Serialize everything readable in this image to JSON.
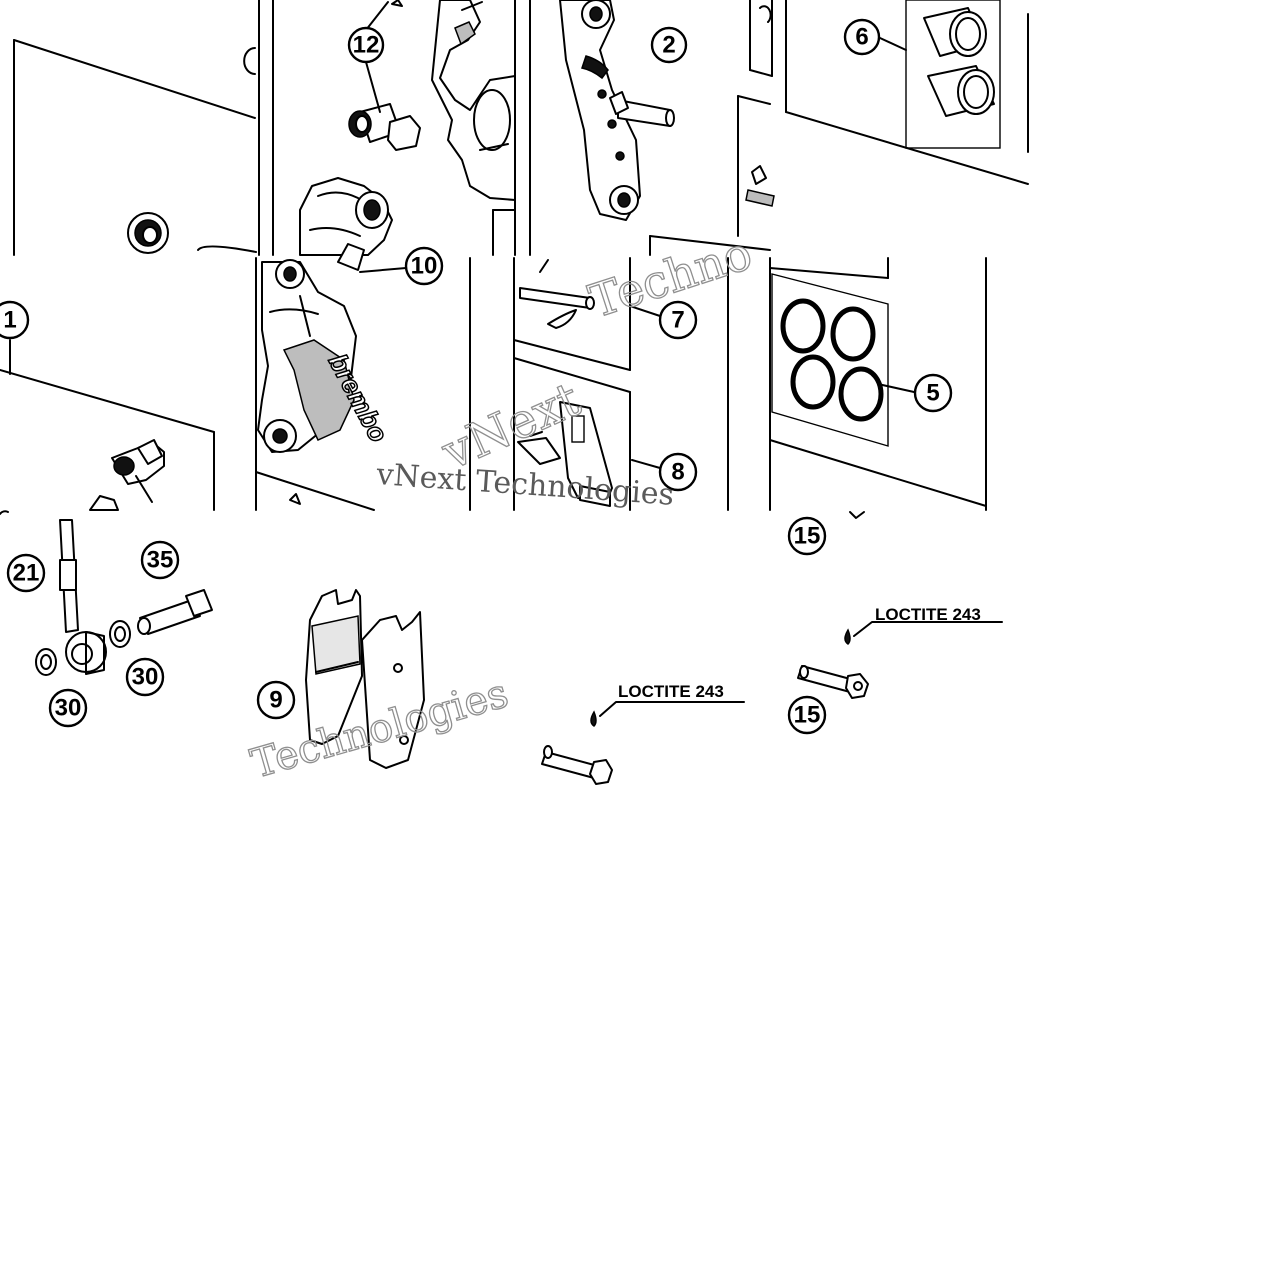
{
  "diagram": {
    "callouts": {
      "c1": "1",
      "c2": "2",
      "c5": "5",
      "c6": "6",
      "c7": "7",
      "c8": "8",
      "c9": "9",
      "c10": "10",
      "c12": "12",
      "c15a": "15",
      "c15b": "15",
      "c21": "21",
      "c30a": "30",
      "c30b": "30",
      "c35": "35"
    },
    "notes": {
      "loctite_a": "LOCTITE 243",
      "loctite_b": "LOCTITE 243"
    },
    "watermarks": {
      "w1": "vNext Technologies",
      "w2": "Techno",
      "w3": "vNext",
      "w4": "Technologies"
    },
    "brand_mark": "brembo"
  }
}
